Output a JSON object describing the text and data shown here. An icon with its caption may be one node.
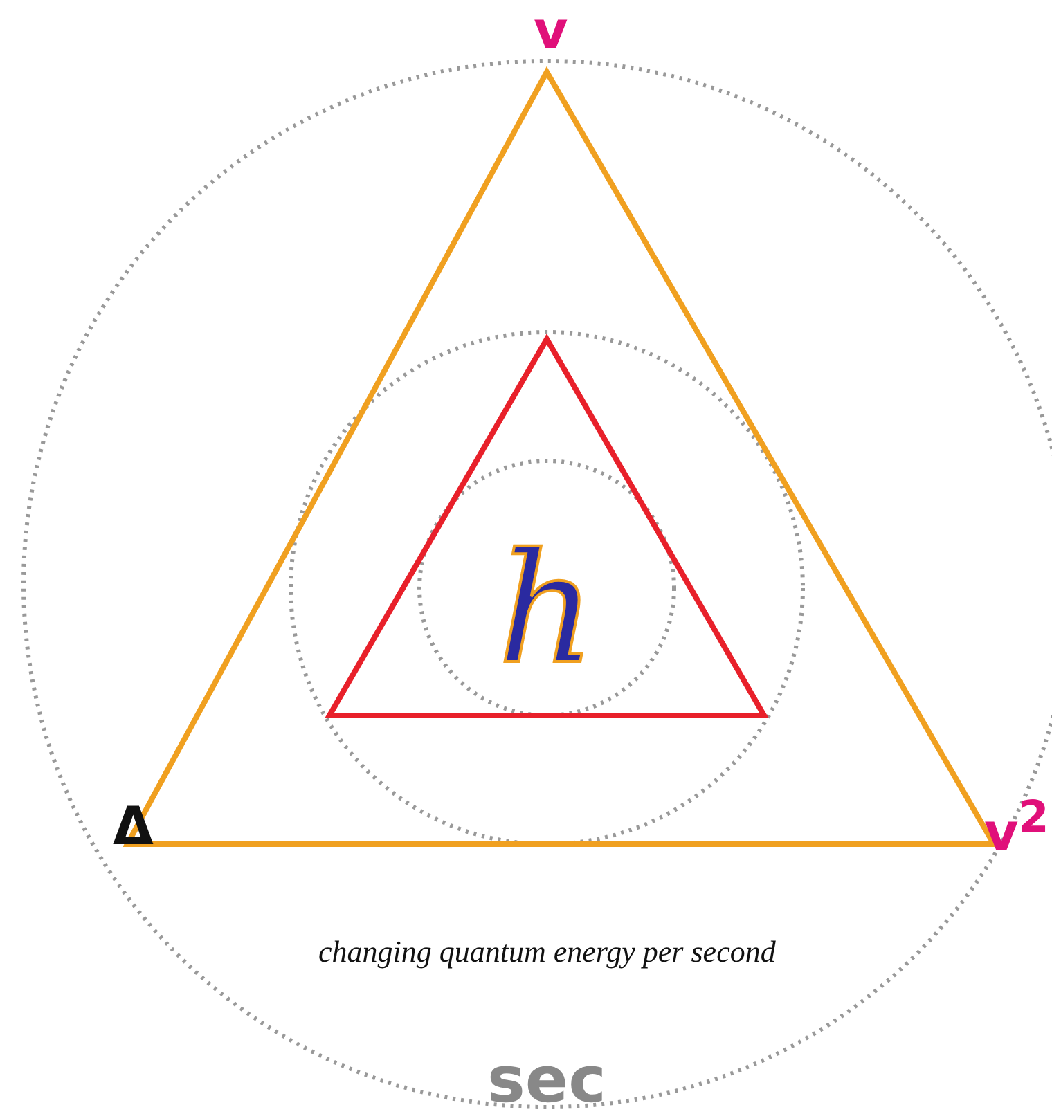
{
  "diagram": {
    "labels": [
      "v",
      "h",
      "Δ",
      "v$^{2}$",
      "changing quantum energy per second",
      "sec"
    ]
  }
}
